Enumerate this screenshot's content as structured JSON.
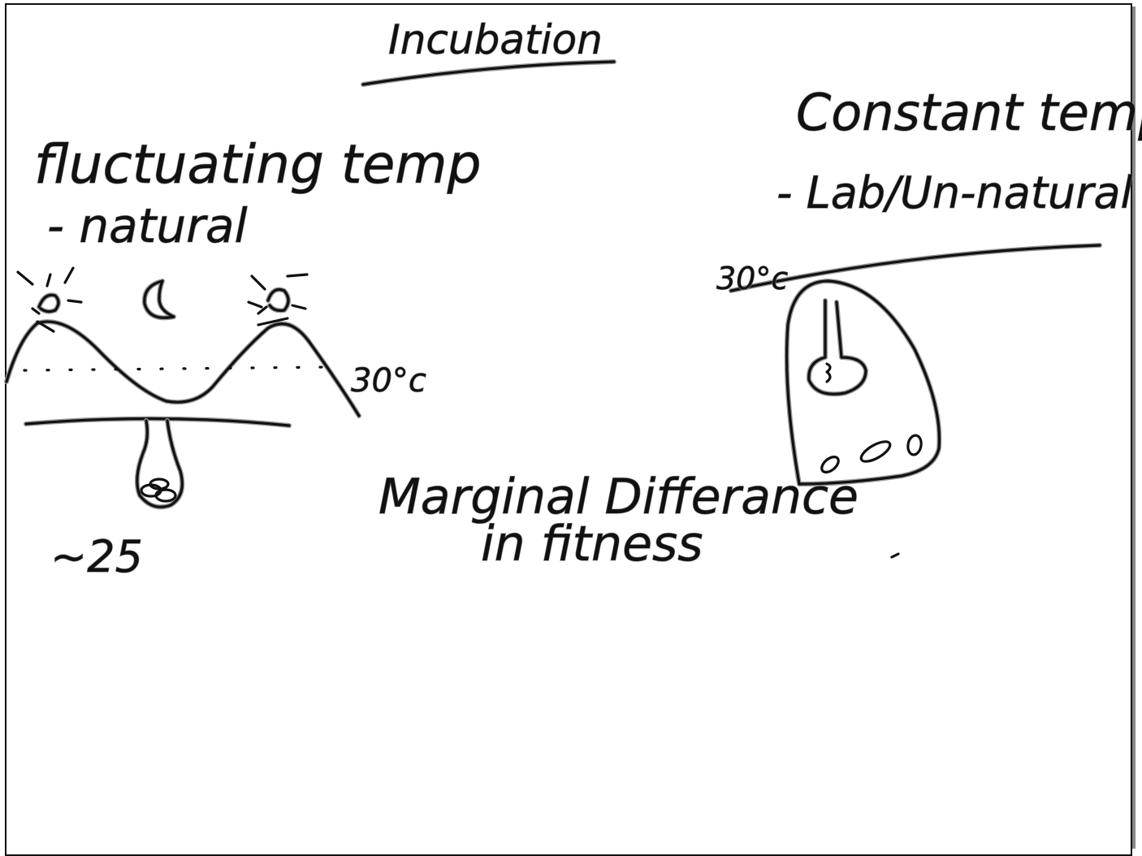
{
  "title": "Incubation",
  "left": {
    "heading": "fluctuating temp",
    "subheading": "- natural",
    "temp_label": "30°c",
    "nest_label": "~25"
  },
  "right": {
    "heading": "Constant temp",
    "subheading": "- Lab/Un-natural",
    "temp_label": "30°c"
  },
  "center": {
    "line1": "Marginal Differance",
    "line2": "in fitness"
  }
}
